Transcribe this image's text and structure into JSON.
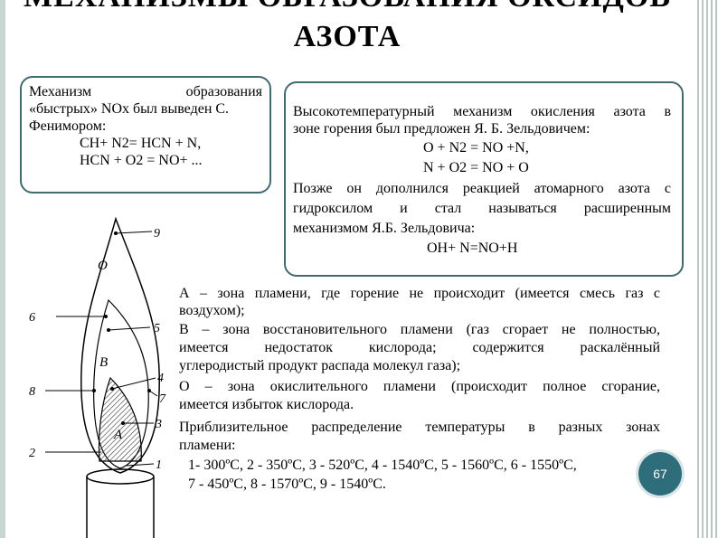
{
  "title": {
    "line1": "МЕХАНИЗМЫ ОБРАЗОВАНИЯ ОКСИДОВ",
    "line2": "АЗОТА"
  },
  "box1": {
    "lines": [
      "Механизм образования",
      "«быстрых» NOx был выведен С.",
      "Фенимором:",
      "CH+ N2= HCN + N,",
      "HCN + O2 = NO+ ..."
    ]
  },
  "box2": {
    "lines": [
      "Высокотемпературный механизм окисления азота в",
      "зоне горения был предложен Я. Б. Зельдовичем:",
      "O + N2 = NO +N,",
      "N + O2 = NO + O",
      "Позже он дополнился реакцией атомарного азота с",
      "гидроксилом и стал называться расширенным",
      "механизмом Я.Б. Зельдовича:",
      "OH+ N=NO+H"
    ]
  },
  "zones": {
    "lines": [
      "А – зона пламени, где горение не происходит (имеется смесь газ с",
      "воздухом);",
      "В – зона восстановительного пламени (газ сгорает не полностью,",
      "имеется недостаток кислорода; содержится раскалённый",
      "углеродистый продукт распада молекул газа);",
      "О – зона окислительного пламени (происходит полное сгорание,",
      "имеется избыток кислорода.",
      "Приблизительное распределение температуры в разных зонах",
      "пламени:"
    ]
  },
  "temps": {
    "line1": "1- 300ºС, 2 - 350ºС, 3 - 520ºС, 4 - 1540ºС, 5 - 1560ºС, 6 - 1550ºС,",
    "line2": "7 - 450ºС, 8 - 1570ºС, 9 - 1540ºС."
  },
  "page_number": "67",
  "diagram": {
    "zone_labels": [
      "О",
      "В",
      "А"
    ],
    "point_labels": [
      "9",
      "6",
      "5",
      "8",
      "7",
      "4",
      "3",
      "2",
      "1"
    ]
  }
}
